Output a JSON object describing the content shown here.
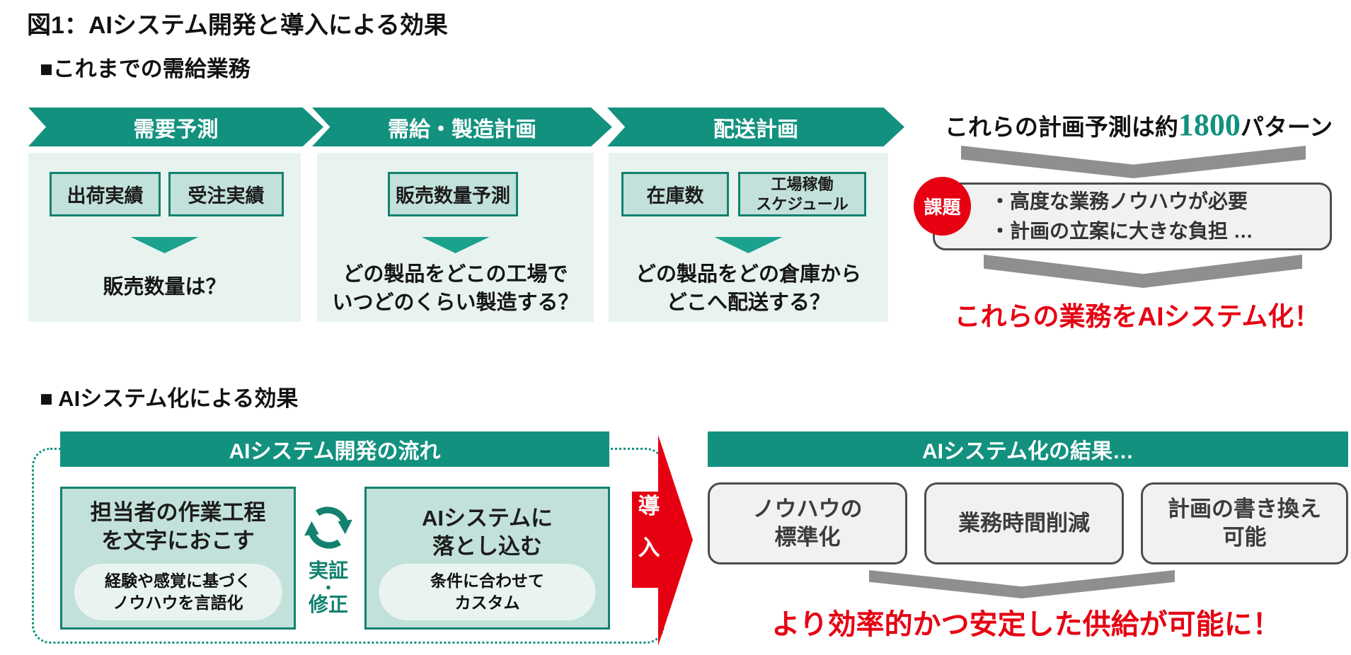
{
  "figure": {
    "title": "図1：AIシステム開発と導入による効果"
  },
  "colors": {
    "teal": "#13917F",
    "teal_deep": "#13816F",
    "teal_box": "#C2E1DA",
    "teal_pill": "#E9F4F0",
    "panel_bg": "#E8F3F0",
    "triangle": "#1BA28C",
    "red": "#E60012",
    "gray_arrow": "#8F8F8F",
    "gray_box": "#F1F1F1",
    "gray_border": "#4C4C4C",
    "gray_text": "#3C3C3C",
    "ink": "#111111"
  },
  "before": {
    "heading": "■これまでの需給業務",
    "steps": [
      {
        "banner": "需要予測",
        "boxes": [
          [
            "出荷実績"
          ],
          [
            "受注実績"
          ]
        ],
        "question": [
          "販売数量は？"
        ]
      },
      {
        "banner": "需給・製造計画",
        "boxes": [
          [
            "販売数量予測"
          ]
        ],
        "question": [
          "どの製品をどこの工場で",
          "いつどのくらい製造する？"
        ]
      },
      {
        "banner": "配送計画",
        "boxes": [
          [
            "在庫数"
          ],
          [
            "工場稼働",
            "スケジュール"
          ]
        ],
        "question": [
          "どの製品をどの倉庫から",
          "どこへ配送する？"
        ]
      }
    ],
    "summary": {
      "prefix": "これらの計画予測は約",
      "number": "1800",
      "suffix": "パターン"
    },
    "issue": {
      "badge": "課題",
      "items": [
        "・高度な業務ノウハウが必要",
        "・計画の立案に大きな負担 …"
      ]
    },
    "conclusion": "これらの業務をAIシステム化！"
  },
  "after": {
    "heading": "■ AIシステム化による効果",
    "flow": {
      "header": "AIシステム開発の流れ",
      "steps": [
        {
          "title": [
            "担当者の作業工程",
            "を文字におこす"
          ],
          "note": [
            "経験や感覚に基づく",
            "ノウハウを言語化"
          ]
        },
        {
          "title": [
            "AIシステムに",
            "落とし込む"
          ],
          "note": [
            "条件に合わせて",
            "カスタム"
          ]
        }
      ],
      "cycle_label": [
        "実証",
        "・",
        "修正"
      ]
    },
    "deploy_arrow": [
      "導",
      "入"
    ],
    "result": {
      "header": "AIシステム化の結果…",
      "benefits": [
        [
          "ノウハウの",
          "標準化"
        ],
        [
          "業務時間削減"
        ],
        [
          "計画の書き換え",
          "可能"
        ]
      ],
      "conclusion": "より効率的かつ安定した供給が可能に！"
    }
  }
}
